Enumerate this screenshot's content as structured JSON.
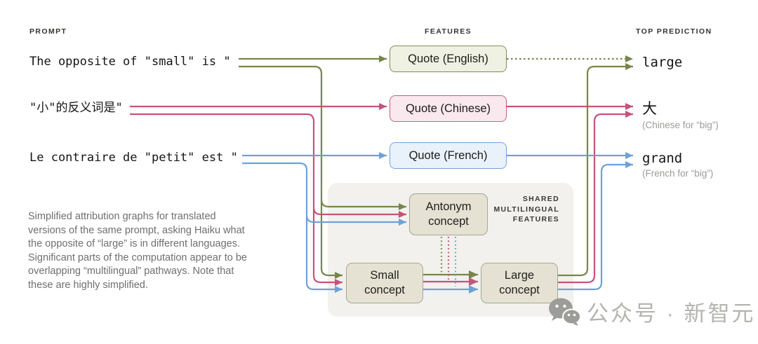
{
  "headers": {
    "prompt": "PROMPT",
    "features": "FEATURES",
    "top_prediction": "TOP PREDICTION"
  },
  "prompts": [
    {
      "id": "english",
      "text": "The opposite of \"small\" is \""
    },
    {
      "id": "chinese",
      "text": "\"小\"的反义词是\""
    },
    {
      "id": "french",
      "text": "Le contraire de \"petit\" est \""
    }
  ],
  "features": [
    {
      "id": "english",
      "label": "Quote (English)"
    },
    {
      "id": "chinese",
      "label": "Quote (Chinese)"
    },
    {
      "id": "french",
      "label": "Quote (French)"
    }
  ],
  "predictions": [
    {
      "id": "english",
      "word": "large",
      "note": ""
    },
    {
      "id": "chinese",
      "word": "大",
      "note": "(Chinese for “big”)"
    },
    {
      "id": "french",
      "word": "grand",
      "note": "(French for “big”)"
    }
  ],
  "shared": {
    "label_lines": [
      "SHARED",
      "MULTILINGUAL",
      "FEATURES"
    ],
    "concepts": [
      {
        "id": "antonym",
        "label": "Antonym concept"
      },
      {
        "id": "small",
        "label": "Small concept"
      },
      {
        "id": "large",
        "label": "Large concept"
      }
    ]
  },
  "caption": {
    "text": "Simplified attribution graphs for translated versions of the same prompt, asking Haiku what the opposite of “large” is in different languages. Significant parts of the computation appear to be overlapping “multilingual” pathways. Note that these are highly simplified."
  },
  "watermark": {
    "text": "公众号 · 新智元"
  },
  "colors": {
    "english_line": "#76864a",
    "chinese_line": "#c5537c",
    "french_line": "#6fa1d9",
    "english_box_fill": "#eff1e3",
    "chinese_box_fill": "#f9e8ee",
    "french_box_fill": "#e9f1fb",
    "concept_box_fill": "#e5e2d3",
    "shared_region_fill": "#f2f1ed",
    "caption_text": "#6f6f6f",
    "watermark_gray": "#b4b4b1"
  }
}
